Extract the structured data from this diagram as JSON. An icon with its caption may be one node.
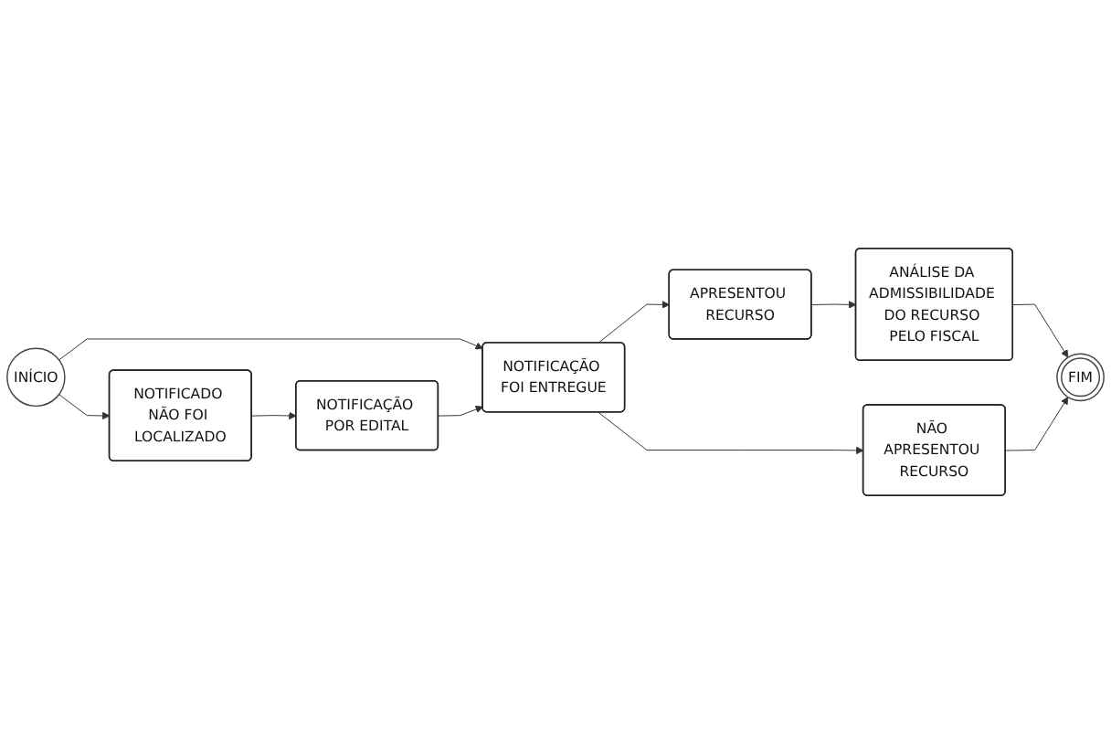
{
  "diagram": {
    "nodes": [
      {
        "text": [
          "INÍCIO"
        ]
      },
      {
        "text": [
          "NOTIFICAÇÃO FOI ENTREGUE"
        ]
      },
      {
        "text": [
          "APRESENTOU RECURSO"
        ]
      },
      {
        "text": [
          "ANÁLISE DA ADMISSIBILIDADE DO RECURSO PELO FISCAL"
        ]
      },
      {
        "text": [
          "NÃO APRESENTOU RECURSO"
        ]
      },
      {
        "text": [
          "FIM"
        ]
      },
      {
        "text": [
          "NOTIFICADO NÃO FOI LOCALIZADO"
        ]
      },
      {
        "text": [
          "NOTIFICAÇÃO POR EDITAL"
        ]
      }
    ],
    "edges": [
      {
        "from": 0,
        "to": 1,
        "arrow": "to"
      },
      {
        "from": 0,
        "to": 6,
        "arrow": "to"
      },
      {
        "from": 1,
        "to": 2,
        "arrow": "to"
      },
      {
        "from": 1,
        "to": 4,
        "arrow": "to"
      },
      {
        "from": 2,
        "to": 3,
        "arrow": "to"
      },
      {
        "from": 3,
        "to": 5,
        "arrow": "to"
      },
      {
        "from": 4,
        "to": 5,
        "arrow": "to"
      },
      {
        "from": 6,
        "to": 7,
        "arrow": "to"
      },
      {
        "from": 7,
        "to": 1,
        "arrow": "to"
      }
    ]
  }
}
